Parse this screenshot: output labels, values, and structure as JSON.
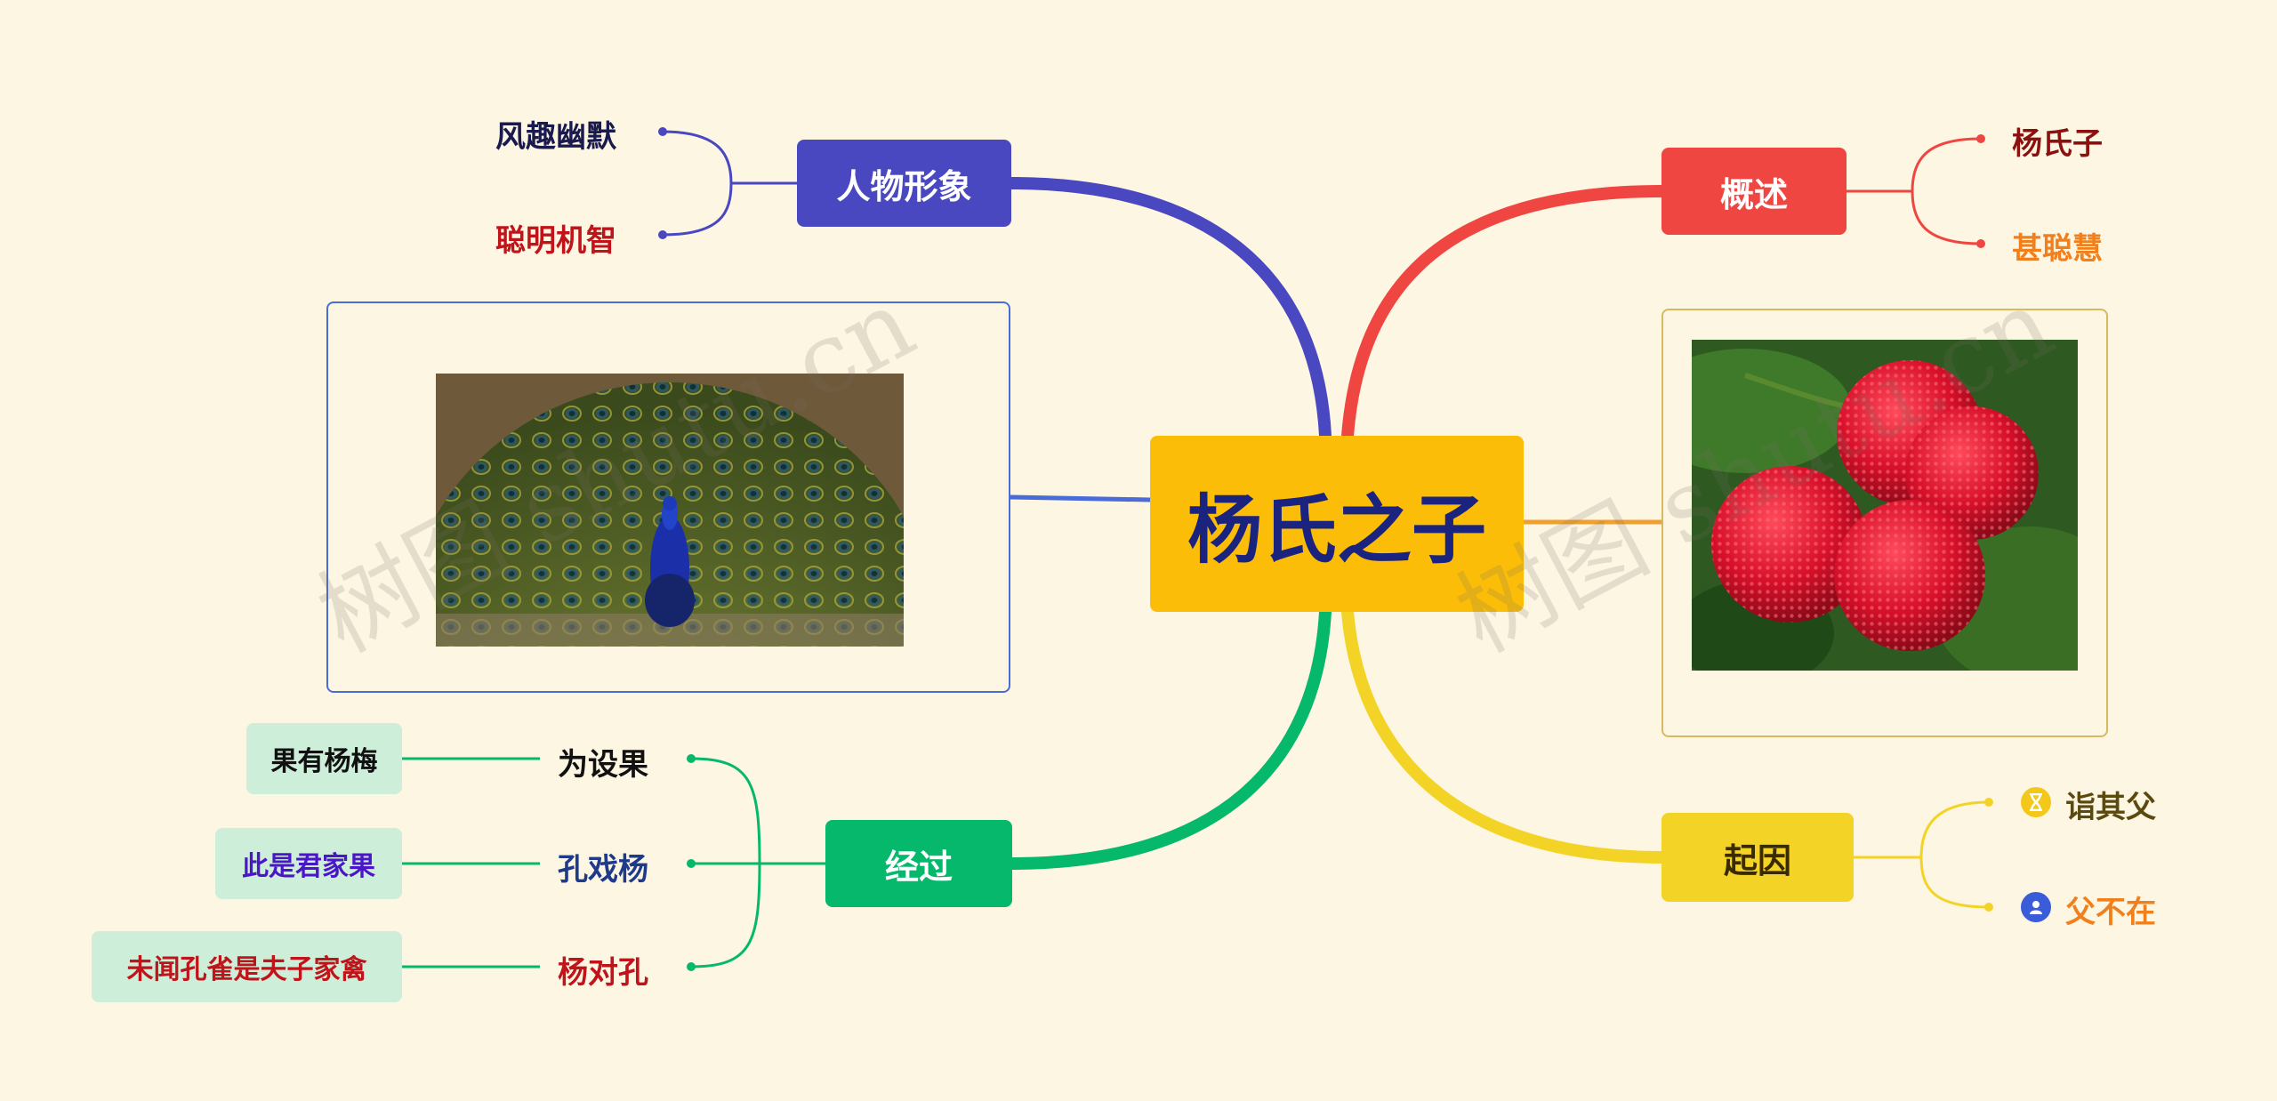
{
  "root": {
    "title": "杨氏之子"
  },
  "branches": {
    "renwu": {
      "label": "人物形象",
      "color": "#4a48c0",
      "leaves": [
        "风趣幽默",
        "聪明机智"
      ],
      "leaf_colors": [
        "#1a1a4e",
        "#c0141a"
      ]
    },
    "gaishu": {
      "label": "概述",
      "color": "#f04641",
      "leaves": [
        "杨氏子",
        "甚聪慧"
      ],
      "leaf_colors": [
        "#8b1010",
        "#f0801e"
      ]
    },
    "jingguo": {
      "label": "经过",
      "color": "#06b86b",
      "items": [
        {
          "label": "为设果",
          "detail": "果有杨梅",
          "label_color": "#111111",
          "detail_color": "#111111"
        },
        {
          "label": "孔戏杨",
          "detail": "此是君家果",
          "label_color": "#1e3a8a",
          "detail_color": "#4b16c8"
        },
        {
          "label": "杨对孔",
          "detail": "未闻孔雀是夫子家禽",
          "label_color": "#c0141a",
          "detail_color": "#c0141a"
        }
      ]
    },
    "qiyin": {
      "label": "起因",
      "color": "#f3d326",
      "leaves": [
        {
          "label": "诣其父",
          "icon": "hourglass-icon",
          "color": "#5a4a10"
        },
        {
          "label": "父不在",
          "icon": "user-icon",
          "color": "#f0801e"
        }
      ]
    }
  },
  "images": {
    "left": {
      "subject": "peacock",
      "link_color": "#4a6bd8"
    },
    "right": {
      "subject": "bayberries",
      "link_color": "#f0a030"
    }
  },
  "watermarks": [
    "树图 shutu.cn",
    "树图 shutu.cn"
  ]
}
